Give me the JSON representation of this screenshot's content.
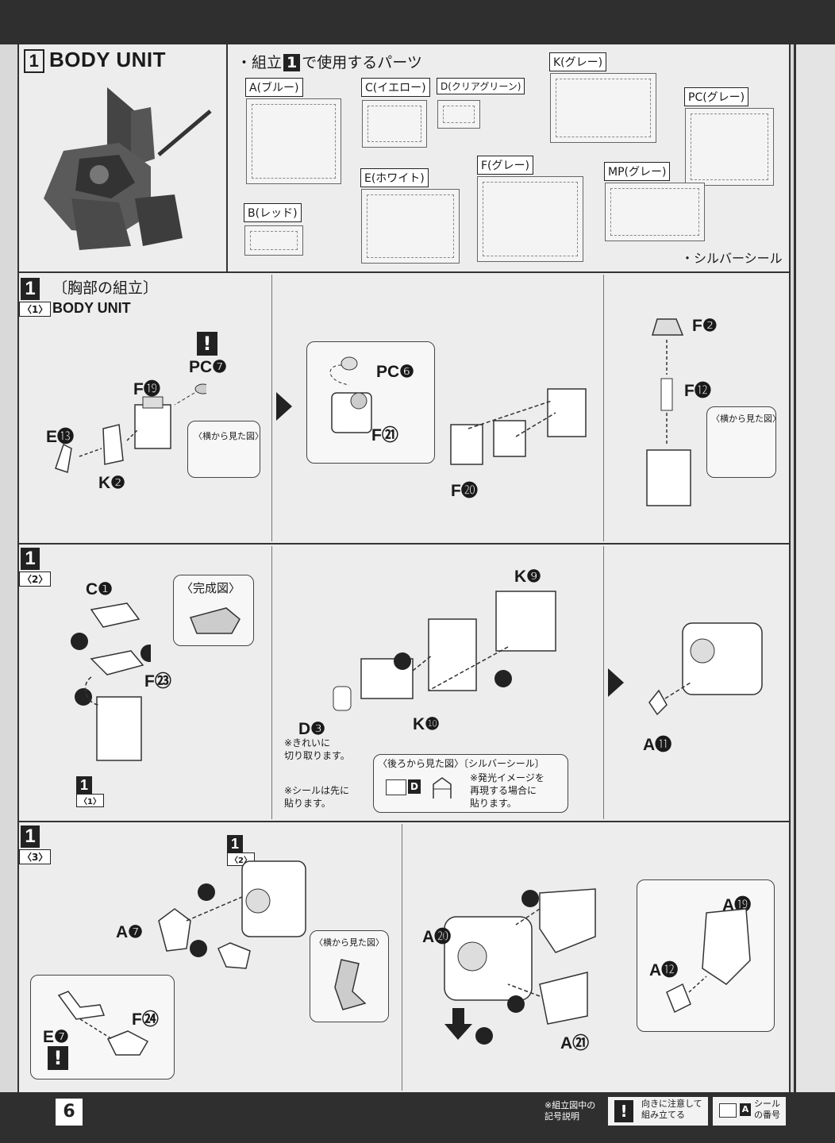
{
  "header": {
    "section_number": "1",
    "section_title": "BODY UNIT",
    "parts_heading_prefix": "・組立",
    "parts_heading_num": "1",
    "parts_heading_suffix": "で使用するパーツ",
    "silver_seal_note": "・シルバーシール"
  },
  "parts": [
    {
      "label": "A(ブルー)"
    },
    {
      "label": "C(イエロー)"
    },
    {
      "label": "D(クリアグリーン)"
    },
    {
      "label": "K(グレー)"
    },
    {
      "label": "PC(グレー)"
    },
    {
      "label": "B(レッド)"
    },
    {
      "label": "E(ホワイト)"
    },
    {
      "label": "F(グレー)"
    },
    {
      "label": "MP(グレー)"
    }
  ],
  "step1": {
    "num": "1",
    "sub": "〈1〉",
    "title_jp": "〔胸部の組立〕",
    "title_en": "BODY UNIT",
    "labels": {
      "pc7": "PC❼",
      "f19": "F⓳",
      "e13": "E⓭",
      "k2": "K❷",
      "side_view": "〈横から見た図〉",
      "pc6": "PC❻",
      "f21": "F㉑",
      "f20": "F⓴",
      "f2": "F❷",
      "f12": "F⓬",
      "side_view2": "〈横から見た図〉"
    }
  },
  "step2": {
    "num": "1",
    "sub": "〈2〉",
    "labels": {
      "c1": "C❶",
      "complete": "〈完成図〉",
      "f23": "F㉓",
      "ref_num": "1",
      "ref_sub": "〈1〉",
      "k9": "K❾",
      "k10": "K❿",
      "d3": "D❸",
      "cut_note": "※きれいに\n切り取ります。",
      "seal_first": "※シールは先に\n貼ります。",
      "back_view": "〈後ろから見た図〉〔シルバーシール〕",
      "glow_note": "※発光イメージを\n再現する場合に\n貼ります。",
      "seal_code": "D",
      "a11": "A⓫"
    }
  },
  "step3": {
    "num": "1",
    "sub": "〈3〉",
    "labels": {
      "ref_num": "1",
      "ref_sub": "〈2〉",
      "a7": "A❼",
      "side_view": "〈横から見た図〉",
      "e7": "E❼",
      "f24": "F㉔",
      "a20": "A⓴",
      "a19": "A⓳",
      "a12": "A⓬",
      "a21": "A㉑"
    }
  },
  "footer": {
    "page_number": "6",
    "legend_title": "※組立図中の\n記号説明",
    "legend_caution": "向きに注意して\n組み立てる",
    "legend_seal": "シール\nの番号",
    "seal_code": "A"
  }
}
